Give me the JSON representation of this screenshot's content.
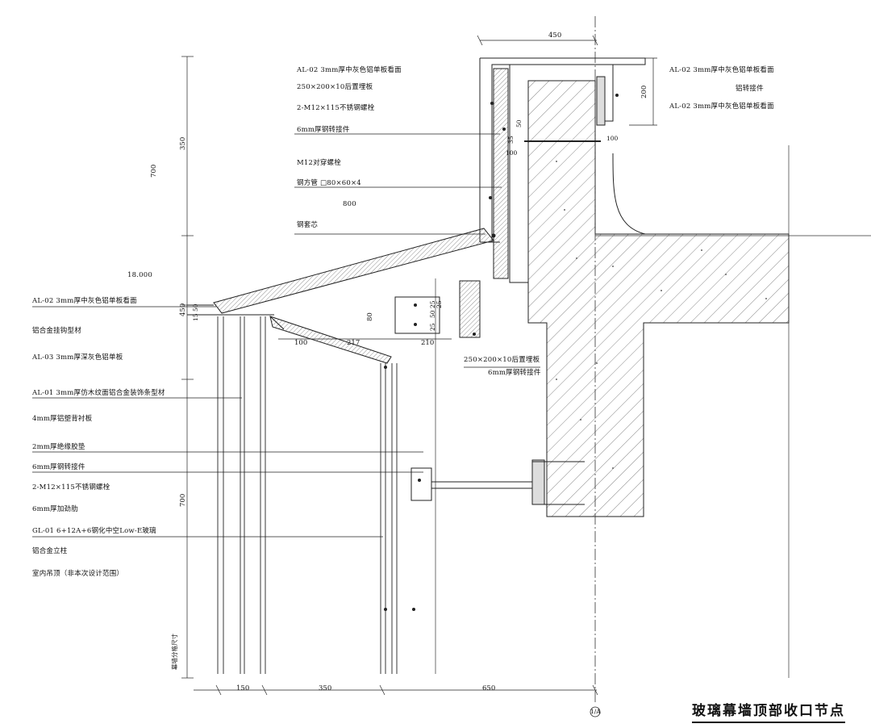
{
  "title": "玻璃幕墙顶部收口节点",
  "elevation": "18.000",
  "axis_mark": "1/A",
  "curtain_wall_division_label": "幕墙分格尺寸",
  "labels_top_center": [
    "AL-02 3mm厚中灰色铝单板看面",
    "250×200×10后置埋板",
    "2-M12×115不锈钢螺栓",
    "6mm厚钢转接件",
    "M12对穿螺栓",
    "钢方管 □80×60×4",
    "800",
    "钢套芯"
  ],
  "labels_top_right": [
    "AL-02 3mm厚中灰色铝单板看面",
    "铝转接件",
    "AL-02 3mm厚中灰色铝单板看面"
  ],
  "labels_left": [
    "AL-02 3mm厚中灰色铝单板看面",
    "铝合金挂钩型材",
    "AL-03 3mm厚深灰色铝单板",
    "AL-01 3mm厚仿木纹面铝合金装饰条型材",
    "4mm厚铝塑背衬板",
    "2mm厚绝缘胶垫",
    "6mm厚钢转接件",
    "2-M12×115不锈钢螺栓",
    "6mm厚加劲肋",
    "GL-01 6+12A+6钢化中空Low-E玻璃",
    "铝合金立柱",
    "室内吊顶（非本次设计范围）"
  ],
  "labels_middle": [
    "250×200×10后置埋板",
    "6mm厚钢转接件"
  ],
  "dimensions": {
    "top_width": "450",
    "top_right_height": "200",
    "left_700_upper": "700",
    "left_350": "350",
    "left_450": "450",
    "left_700_lower": "700",
    "bottom_150": "150",
    "bottom_350": "350",
    "bottom_650": "650",
    "mid_100": "100",
    "mid_217": "217",
    "mid_210": "210",
    "mid_80": "80",
    "r_100a": "100",
    "r_100b": "100",
    "r_35": "35",
    "r_50": "50",
    "r_25a": "25",
    "r_25b": "25",
    "r_50b": "50",
    "r_25c": "25",
    "l_15": "15",
    "l_50": "50"
  }
}
